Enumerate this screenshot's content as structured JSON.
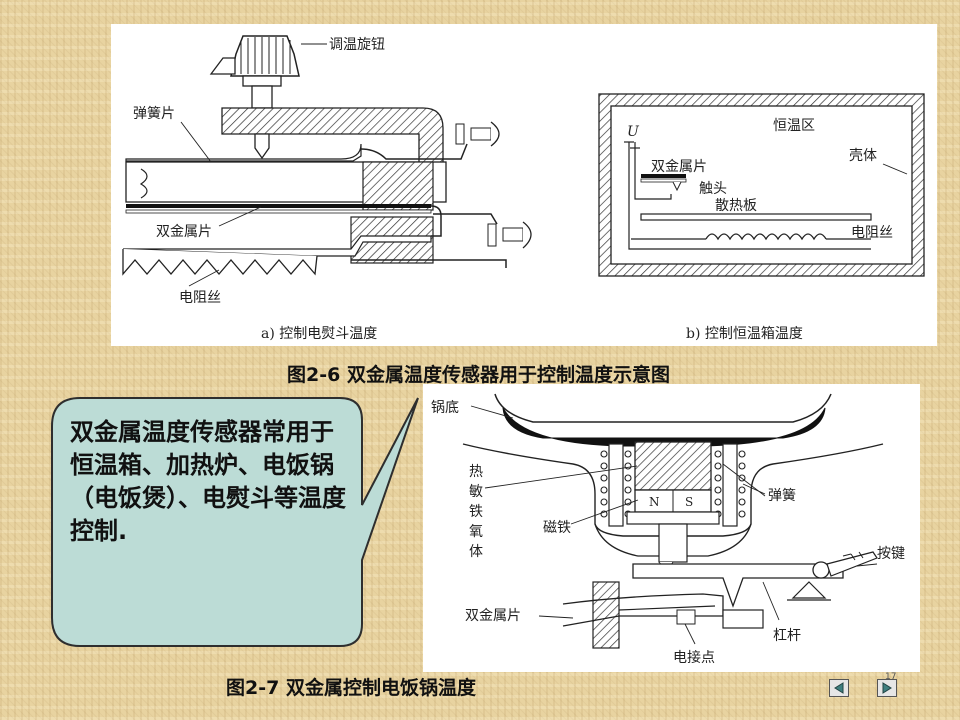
{
  "fig6": {
    "labels": {
      "knob": "调温旋钮",
      "spring": "弹簧片",
      "bimetal": "双金属片",
      "heater": "电阻丝",
      "sub_a": "a) 控制电熨斗温度",
      "u": "U",
      "thermo_zone": "恒温区",
      "shell": "壳体",
      "bimetal_b": "双金属片",
      "contact": "触头",
      "heatsink": "散热板",
      "heater_b": "电阻丝",
      "sub_b": "b) 控制恒温箱温度"
    },
    "caption": "图2-6   双金属温度传感器用于控制温度示意图"
  },
  "callout": {
    "text": "双金属温度传感器常用于恒温箱、加热炉、电饭锅（电饭煲）、电熨斗等温度控制."
  },
  "fig7": {
    "labels": {
      "pot_bottom": "锅底",
      "ferrite_1": "热",
      "ferrite_2": "敏",
      "ferrite_3": "铁",
      "ferrite_4": "氧",
      "ferrite_5": "体",
      "magnet": "磁铁",
      "spring": "弹簧",
      "n": "N",
      "s": "S",
      "button": "按键",
      "bimetal": "双金属片",
      "lever": "杠杆",
      "contact": "电接点"
    },
    "caption": "图2-7  双金属控制电饭锅温度"
  },
  "nav": {
    "page": "17"
  },
  "colors": {
    "callout_fill": "#bcdcd6",
    "callout_border": "#2e2e2e"
  }
}
